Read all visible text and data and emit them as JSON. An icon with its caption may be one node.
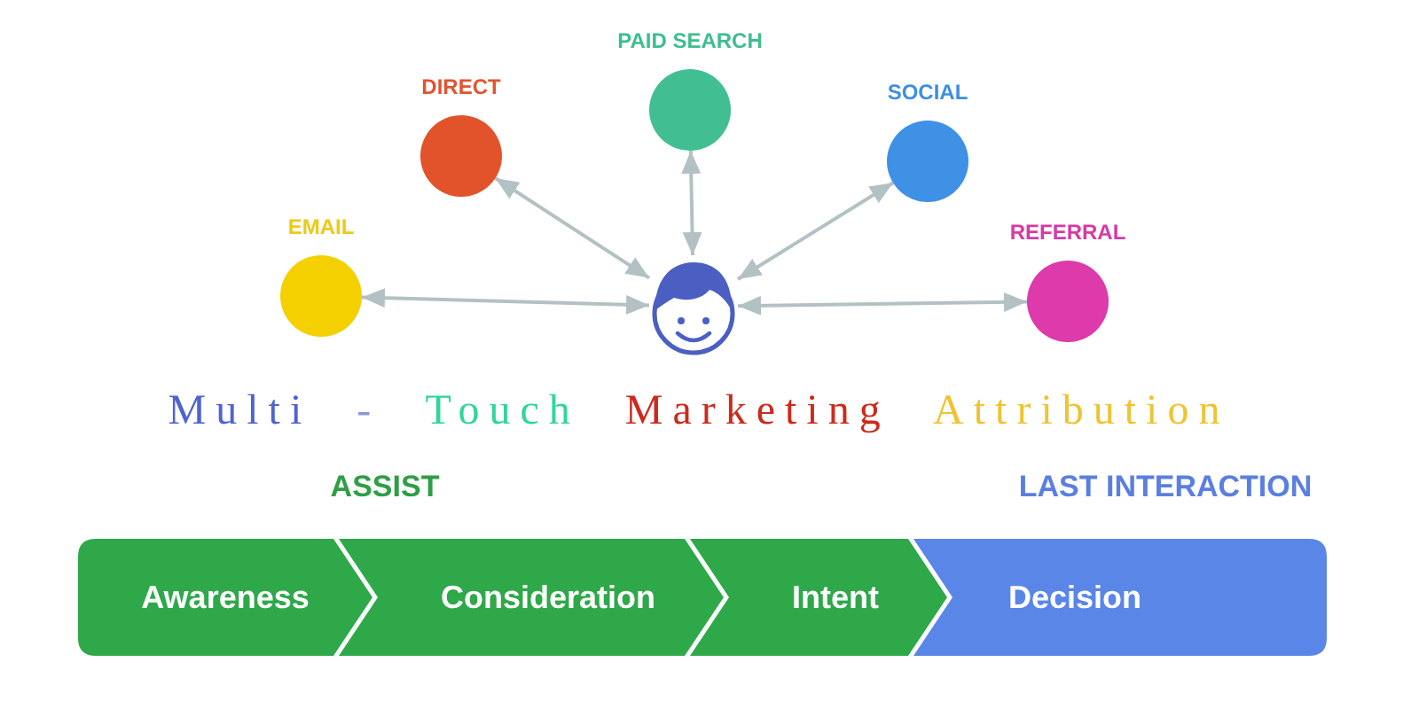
{
  "diagram": {
    "title": "Multi - Touch Marketing Attribution",
    "nodes": [
      {
        "text": [
          "DIRECT"
        ]
      },
      {
        "text": [
          "PAID SEARCH"
        ]
      },
      {
        "text": [
          "SOCIAL"
        ]
      },
      {
        "text": [
          "EMAIL"
        ]
      },
      {
        "text": [],
        "shape": "person"
      },
      {
        "text": [
          "REFERRAL"
        ]
      },
      {
        "text": [
          "Awareness"
        ]
      },
      {
        "text": [
          "Consideration"
        ]
      },
      {
        "text": [
          "Intent"
        ]
      },
      {
        "text": [
          "Decision"
        ]
      }
    ],
    "edges": [
      {
        "from": 4,
        "to": 0,
        "arrow": "both"
      },
      {
        "from": 4,
        "to": 1,
        "arrow": "both"
      },
      {
        "from": 4,
        "to": 2,
        "arrow": "both"
      },
      {
        "from": 4,
        "to": 3,
        "arrow": "both"
      },
      {
        "from": 4,
        "to": 5,
        "arrow": "both"
      }
    ],
    "labels": [
      "ASSIST",
      "LAST INTERACTION"
    ]
  }
}
